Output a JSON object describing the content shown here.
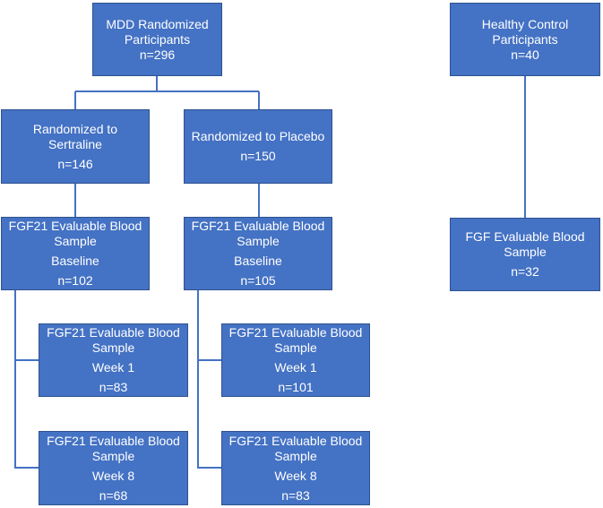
{
  "mdd": {
    "title": "MDD Randomized Participants",
    "n": "n=296"
  },
  "healthy": {
    "title": "Healthy Control Participants",
    "n": "n=40"
  },
  "sertraline": {
    "title": "Randomized to Sertraline",
    "n": "n=146"
  },
  "placebo": {
    "title": "Randomized to Placebo",
    "n": "n=150"
  },
  "sert_baseline": {
    "title": "FGF21 Evaluable Blood Sample",
    "time": "Baseline",
    "n": "n=102"
  },
  "plac_baseline": {
    "title": "FGF21 Evaluable Blood Sample",
    "time": "Baseline",
    "n": "n=105"
  },
  "healthy_sample": {
    "title": "FGF Evaluable Blood Sample",
    "n": "n=32"
  },
  "sert_week1": {
    "title": "FGF21 Evaluable Blood Sample",
    "time": "Week 1",
    "n": "n=83"
  },
  "plac_week1": {
    "title": "FGF21 Evaluable Blood Sample",
    "time": "Week 1",
    "n": "n=101"
  },
  "sert_week8": {
    "title": "FGF21 Evaluable Blood Sample",
    "time": "Week 8",
    "n": "n=68"
  },
  "plac_week8": {
    "title": "FGF21 Evaluable Blood Sample",
    "time": "Week 8",
    "n": "n=83"
  },
  "colors": {
    "box_fill": "#4472c4",
    "box_border": "#2f528f",
    "connector": "#4472c4",
    "text": "#ffffff"
  }
}
